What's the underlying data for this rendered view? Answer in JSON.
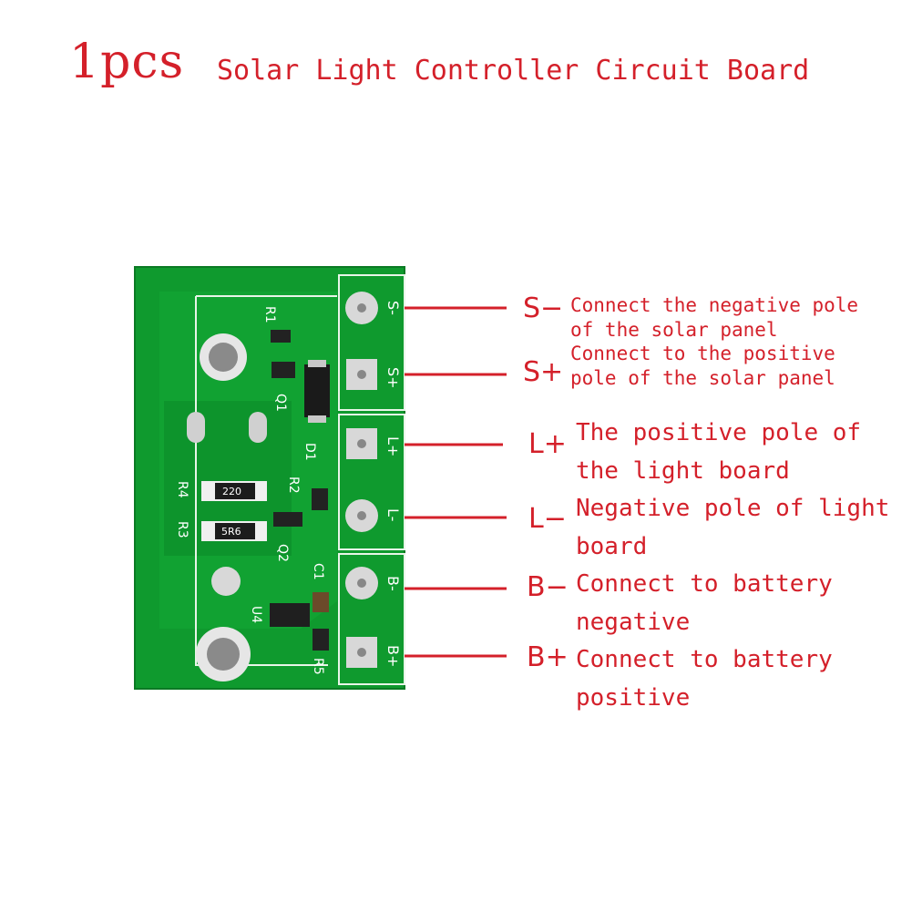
{
  "title": {
    "quantity": "1pcs",
    "product": "Solar Light Controller Circuit Board"
  },
  "board": {
    "pad_labels": [
      "S-",
      "S+",
      "L+",
      "L-",
      "B-",
      "B+"
    ],
    "component_labels": {
      "r1": "R1",
      "q1": "Q1",
      "d1": "D1",
      "r2": "R2",
      "r4": "R4",
      "r3": "R3",
      "q2": "Q2",
      "c1": "C1",
      "u4": "U4",
      "r5": "R5"
    },
    "resistor_markings": {
      "r4": "220",
      "r3": "5R6"
    }
  },
  "pins": [
    {
      "code": "S−",
      "lines": [
        "Connect the negative pole",
        "of the solar panel"
      ]
    },
    {
      "code": "S+",
      "lines": [
        "Connect to the positive",
        "pole of the solar panel"
      ]
    },
    {
      "code": "L+",
      "lines": [
        "The positive pole of",
        "the light board"
      ]
    },
    {
      "code": "L−",
      "lines": [
        "Negative pole of light",
        "board"
      ]
    },
    {
      "code": "B−",
      "lines": [
        "Connect to battery",
        "negative"
      ]
    },
    {
      "code": "B+",
      "lines": [
        "Connect to battery",
        "positive"
      ]
    }
  ],
  "colors": {
    "accent_red": "#d4202a",
    "pcb_green": "#0f9a2e",
    "pad_silver": "#cfcfcf"
  }
}
